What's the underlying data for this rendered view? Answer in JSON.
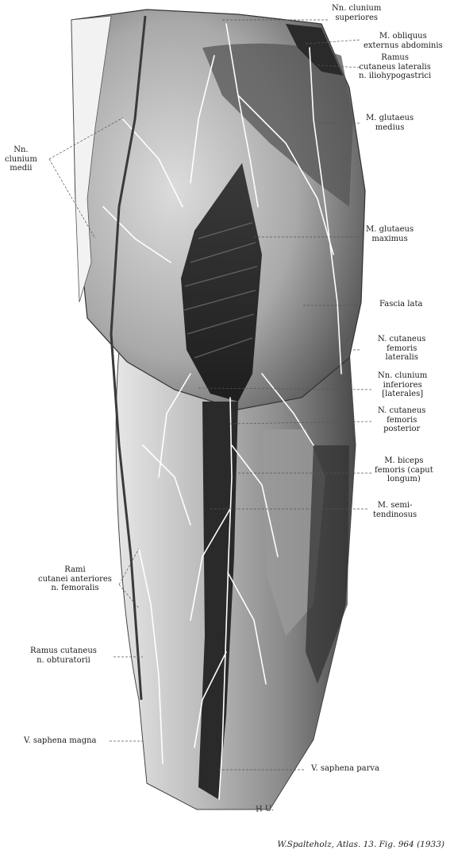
{
  "labels": {
    "nn_clunium_superiores": "Nn. clunium\nsuperiores",
    "m_obliquus": "M. obliquus\nexternus abdominis",
    "ramus_iliohypogastrici": "Ramus\ncutaneus lateralis\nn. iliohypogastrici",
    "m_glutaeus_medius": "M. glutaeus\nmedius",
    "m_glutaeus_maximus": "M. glutaeus\nmaximus",
    "fascia_lata": "Fascia lata",
    "n_cutaneus_femoris_lateralis": "N. cutaneus\nfemoris\nlateralis",
    "nn_clunium_inferiores": "Nn. clunium\ninferiores\n[laterales]",
    "n_cutaneus_femoris_posterior": "N. cutaneus\nfemoris\nposterior",
    "m_biceps_femoris": "M. biceps\nfemoris (caput\nlongum)",
    "m_semitendinosus": "M. semi-\ntendinosus",
    "v_saphena_parva": "V. saphena parva",
    "nn_clunium_medii": "Nn.\nclunium\nmedii",
    "rami_cutanei_anteriores": "Rami\ncutanei anteriores\nn. femoralis",
    "ramus_cutaneus_obturatorii": "Ramus cutaneus\nn. obturatorii",
    "v_saphena_magna": "V. saphena magna"
  },
  "artist_signature": "H U.",
  "credit": "W.Spalteholz, Atlas. 13. Fig. 964 (1933)"
}
